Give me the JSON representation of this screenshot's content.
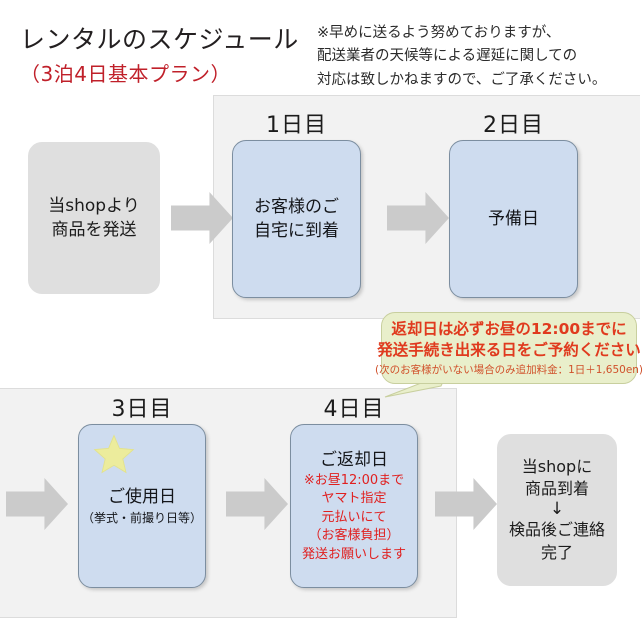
{
  "header": {
    "title_main": "レンタルのスケジュール",
    "title_sub": "（3泊4日基本プラン）",
    "note": "※早めに送るよう努めておりますが、\n配送業者の天候等による遅延に関しての\n対応は致しかねますので、ご了承ください。"
  },
  "colors": {
    "accent_red": "#c0202a",
    "box_blue": "#cedcef",
    "box_gray": "#dfdfdf",
    "panel_bg": "#f2f2f2",
    "arrow_gray": "#cbcbcb",
    "callout_bg": "#e9efcb",
    "callout_text": "#e03a1e",
    "star_yellow": "#ecec9c"
  },
  "flow": {
    "ship": {
      "line1": "当shopより",
      "line2": "商品を発送"
    },
    "day1": {
      "label": "1日目",
      "line1": "お客様のご",
      "line2": "自宅に到着"
    },
    "day2": {
      "label": "2日目",
      "line1": "予備日"
    },
    "day3": {
      "label": "3日目",
      "icon": "star-icon",
      "line1": "ご使用日",
      "line2": "（挙式・前撮り日等）"
    },
    "day4": {
      "label": "4日目",
      "line1": "ご返却日",
      "note1": "※お昼12:00まで",
      "note2": "ヤマト指定",
      "note3": "元払いにて",
      "note4": "（お客様負担）",
      "note5": "発送お願いします"
    },
    "return_shop": {
      "line1": "当shopに",
      "line2": "商品到着",
      "arrow_glyph": "↓",
      "line3": "検品後ご連絡",
      "line4": "完了"
    }
  },
  "callout": {
    "line1": "返却日は必ずお昼の12:00までに",
    "line2": "発送手続き出来る日をご予約ください",
    "line3": "(次のお客様がいない場合のみ追加料金：1日＋1,650en)"
  }
}
